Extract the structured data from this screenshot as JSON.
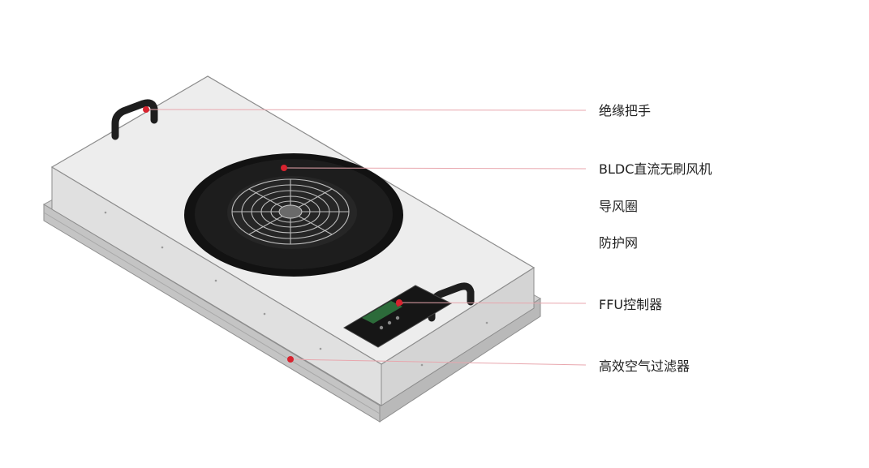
{
  "labels": {
    "handle": "绝缘把手",
    "fan": "BLDC直流无刷风机",
    "ring": "导风圈",
    "guard": "防护网",
    "controller": "FFU控制器",
    "filter": "高效空气过滤器"
  },
  "colors": {
    "leader_line": "#e8a6ad",
    "leader_dot": "#d8232f",
    "housing_top": "#ececec",
    "housing_side": "#dcdcdc",
    "filter_frame": "#cfcfcf",
    "fan_ring": "#141414",
    "handle": "#222222",
    "text": "#222222"
  },
  "icons": {
    "handle": "handle-icon",
    "fan_guard": "fan-guard-icon",
    "control_panel": "control-panel-icon"
  }
}
